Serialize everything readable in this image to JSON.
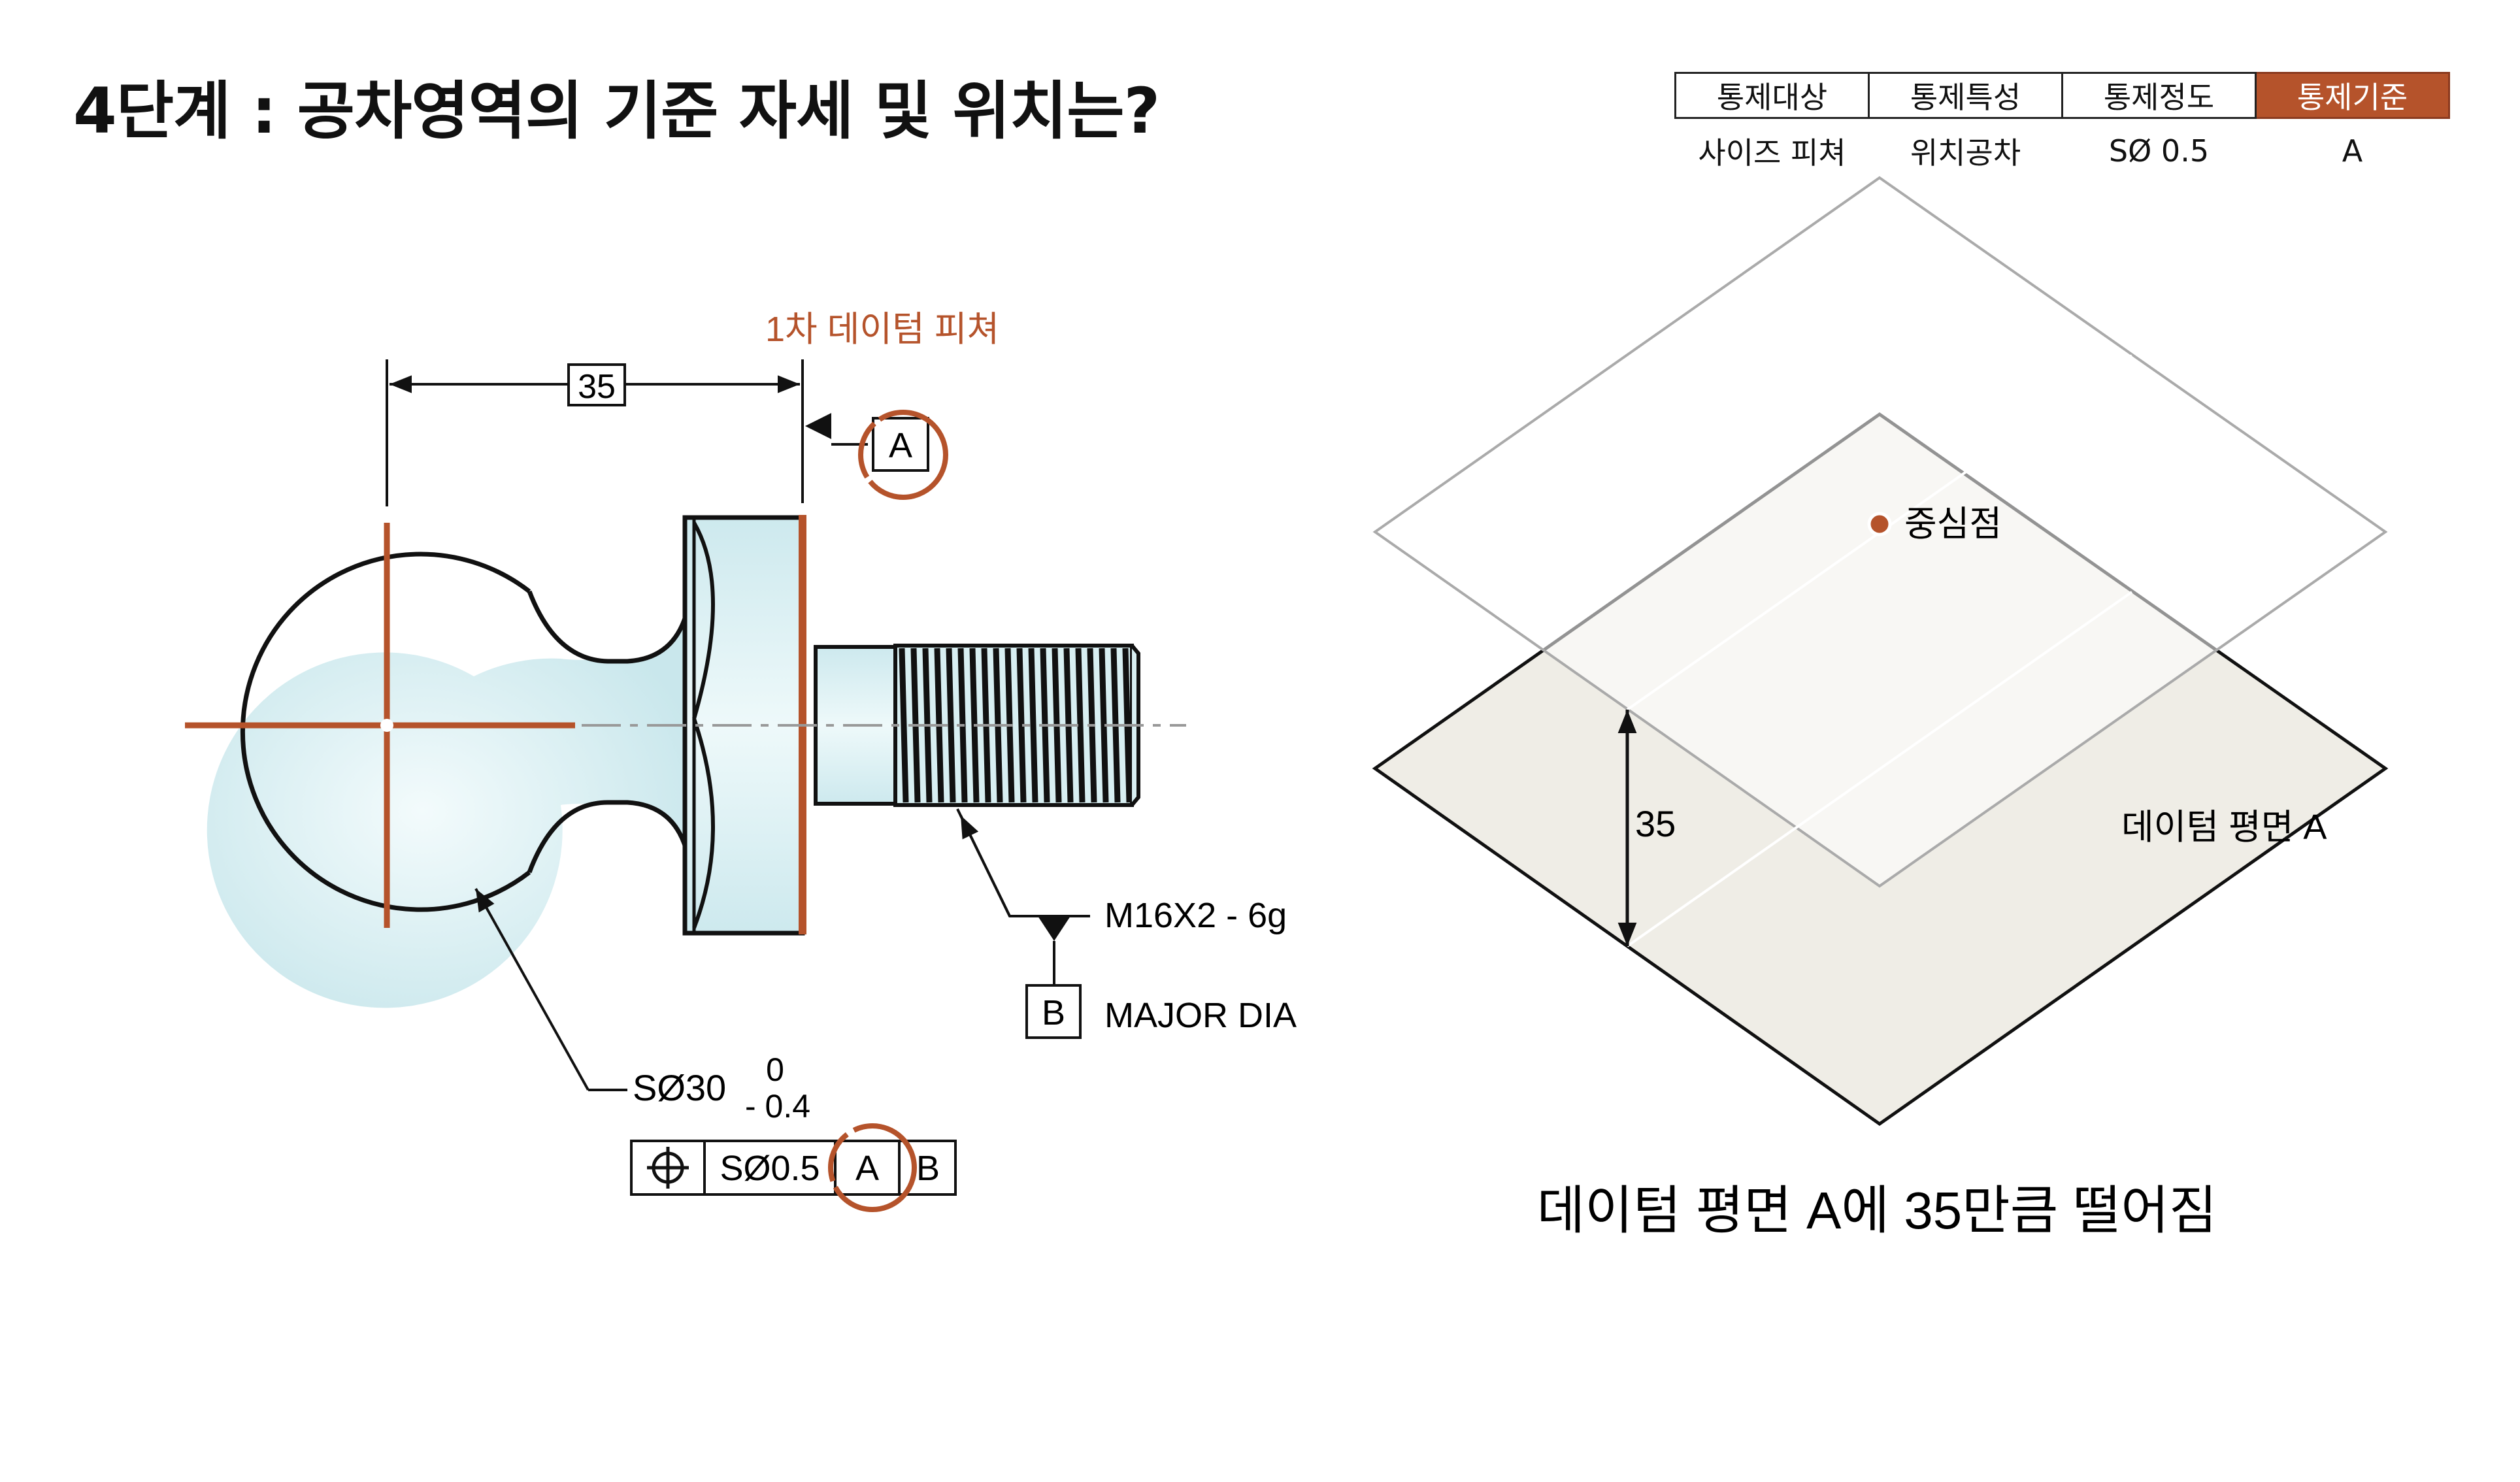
{
  "title": "4단계 : 공차영역의 기준 자세 및 위치는?",
  "colors": {
    "accent": "#b5532b",
    "part_fill": "#d8eff2",
    "plane_fill": "#efede6"
  },
  "control_table": {
    "headers": [
      "통제대상",
      "통제특성",
      "통제정도",
      "통제기준"
    ],
    "values": [
      "사이즈 피쳐",
      "위치공차",
      "SØ 0.5",
      "A"
    ]
  },
  "drawing": {
    "primary_datum_label": "1차 데이텀 피쳐",
    "dimension_35": "35",
    "datum_a": "A",
    "thread_callout": "M16X2 - 6g",
    "datum_b": "B",
    "major_dia": "MAJOR DIA",
    "sphere_size": "SØ30",
    "tol_upper": "0",
    "tol_lower": "- 0.4",
    "fcf": {
      "symbol": "position-icon",
      "tolerance": "SØ0.5",
      "datum1": "A",
      "datum2": "B"
    }
  },
  "iso": {
    "center_label": "중심점",
    "distance_label": "35",
    "plane_label": "데이텀 평면 A",
    "caption": "데이텀 평면 A에 35만큼 떨어짐"
  }
}
